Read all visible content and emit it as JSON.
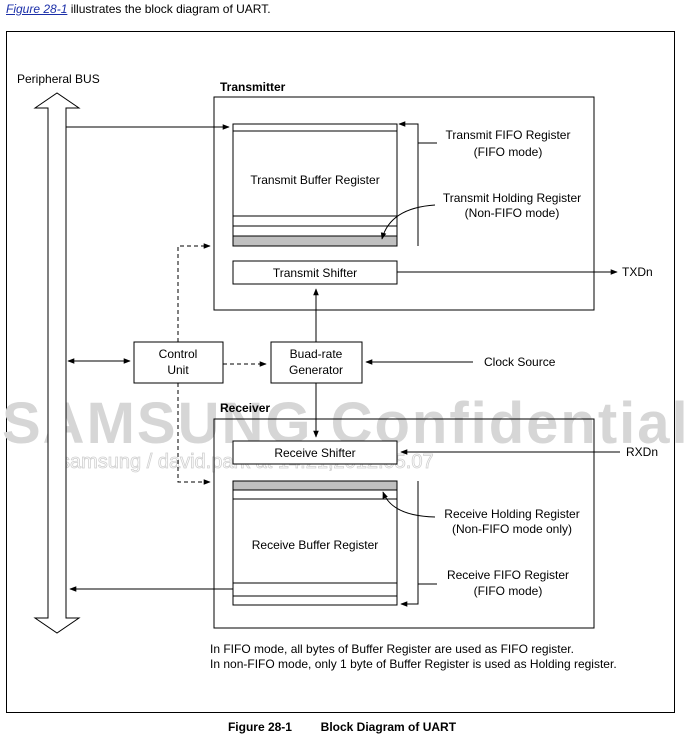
{
  "intro": {
    "link": "Figure 28-1",
    "rest": " illustrates the block diagram of UART."
  },
  "diagram": {
    "peripheral_bus": "Peripheral BUS",
    "transmitter": "Transmitter",
    "receiver": "Receiver",
    "transmit_fifo_register": [
      "Transmit FIFO Register",
      "(FIFO mode)"
    ],
    "transmit_buffer_register": "Transmit Buffer Register",
    "transmit_holding_register": [
      "Transmit Holding Register",
      "(Non-FIFO mode)"
    ],
    "transmit_shifter": "Transmit Shifter",
    "txdn": "TXDn",
    "control_unit": [
      "Control",
      "Unit"
    ],
    "baud_rate_generator": [
      "Buad-rate",
      "Generator"
    ],
    "clock_source": "Clock Source",
    "receive_shifter": "Receive Shifter",
    "rxdn": "RXDn",
    "receive_holding_register": [
      "Receive Holding Register",
      "(Non-FIFO mode only)"
    ],
    "receive_buffer_register": "Receive Buffer Register",
    "receive_fifo_register": [
      "Receive FIFO Register",
      "(FIFO mode)"
    ],
    "note_1": "In FIFO mode, all bytes of Buffer Register are used as FIFO register.",
    "note_2": "In non-FIFO mode, only 1 byte of Buffer Register is used as Holding register.",
    "watermark_1": "SAMSUNG Confidential",
    "watermark_2": "samsung / david.park at 14:21,2012.05.07"
  },
  "caption": {
    "number": "Figure 28-1",
    "title": "Block Diagram of UART"
  },
  "colors": {
    "line": "#000000",
    "holding_fill": "#c0c0c0",
    "link": "#1a2ea8",
    "watermark": "#d6d6d6"
  }
}
